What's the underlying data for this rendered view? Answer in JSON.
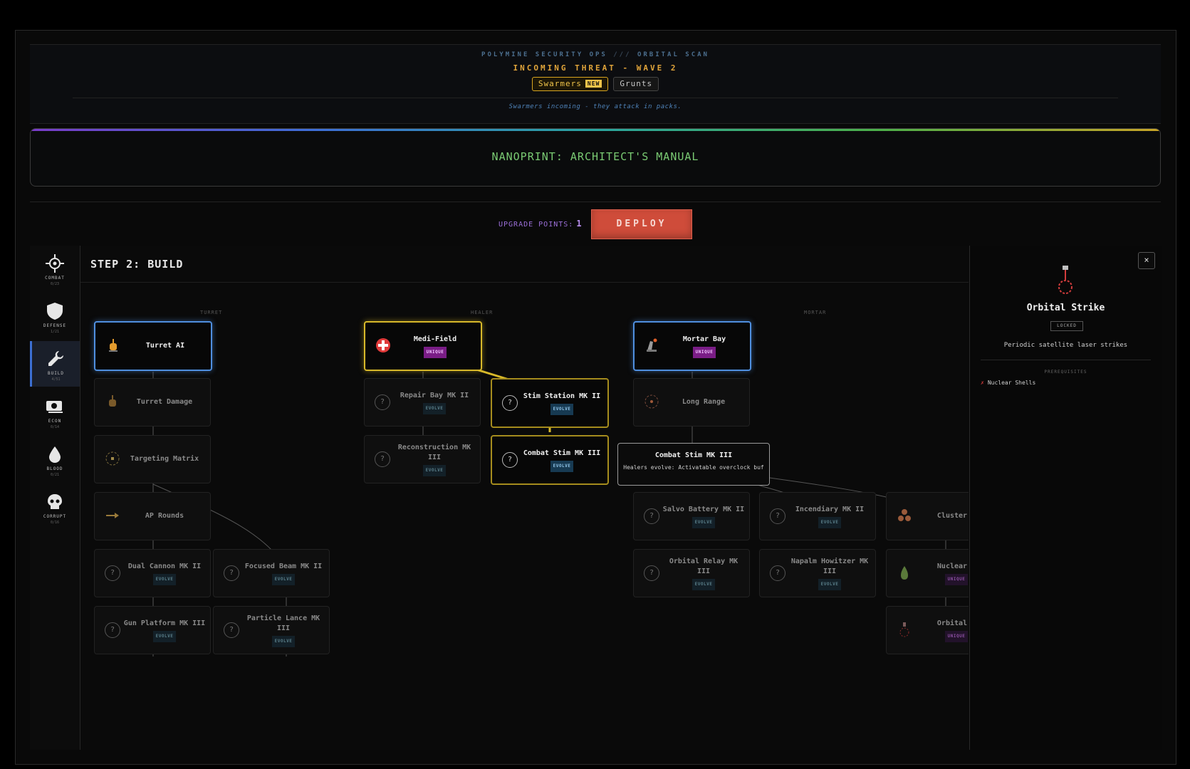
{
  "header": {
    "org": "POLYMINE SECURITY OPS",
    "sep": "///",
    "scan": "ORBITAL SCAN",
    "threat": "INCOMING THREAT - WAVE 2",
    "enemy_primary": "Swarmers",
    "new_badge": "NEW",
    "enemy_secondary": "Grunts",
    "hint": "Swarmers incoming - they attack in packs."
  },
  "manual": {
    "title": "NANOPRINT: ARCHITECT'S MANUAL"
  },
  "upgrade": {
    "label": "UPGRADE POINTS:",
    "value": "1",
    "deploy": "DEPLOY"
  },
  "nav": [
    {
      "label": "COMBAT",
      "count": "0/23",
      "icon": "crosshair-icon"
    },
    {
      "label": "DEFENSE",
      "count": "1/21",
      "icon": "shield-icon"
    },
    {
      "label": "BUILD",
      "count": "4/51",
      "icon": "wrench-icon",
      "active": true
    },
    {
      "label": "ECON",
      "count": "0/14",
      "icon": "cash-icon"
    },
    {
      "label": "BLOOD",
      "count": "0/21",
      "icon": "blood-drop-icon"
    },
    {
      "label": "CORRUPT",
      "count": "0/16",
      "icon": "skull-icon"
    }
  ],
  "step_title": "STEP 2: BUILD",
  "columns": [
    "TURRET",
    "HEALER",
    "MORTAR"
  ],
  "nodes": {
    "turret_ai": "Turret AI",
    "turret_damage": "Turret Damage",
    "targeting_matrix": "Targeting Matrix",
    "ap_rounds": "AP Rounds",
    "dual_cannon": "Dual Cannon MK II",
    "focused_beam": "Focused Beam MK II",
    "gun_platform": "Gun Platform MK III",
    "particle_lance": "Particle Lance MK III",
    "medi_field": "Medi-Field",
    "repair_bay": "Repair Bay MK II",
    "stim_station": "Stim Station MK II",
    "reconstruction": "Reconstruction MK III",
    "combat_stim": "Combat Stim MK III",
    "mortar_bay": "Mortar Bay",
    "long_range": "Long Range",
    "salvo_battery": "Salvo Battery MK II",
    "incendiary": "Incendiary MK II",
    "cluster": "Cluster S",
    "orbital_relay": "Orbital Relay MK III",
    "napalm": "Napalm Howitzer MK III",
    "nuclear": "Nuclear S",
    "orbital_s": "Orbital S"
  },
  "tags": {
    "evolve": "EVOLVE",
    "unique": "UNIQUE"
  },
  "qmark": "?",
  "tooltip": {
    "title": "Combat Stim MK III",
    "text": "Healers evolve: Activatable overclock buf"
  },
  "detail": {
    "close": "×",
    "title": "Orbital Strike",
    "status": "LOCKED",
    "description": "Periodic satellite laser strikes",
    "prereq_header": "PREREQUISITES",
    "prereq_mark": "✗",
    "prereq_item": "Nuclear Shells"
  },
  "colors": {
    "accent_blue": "#4f8fe0",
    "accent_yellow": "#d8b92a",
    "deploy_red": "#cf4c3a",
    "manual_green": "#7acb73",
    "points_purple": "#9b6fd8"
  }
}
